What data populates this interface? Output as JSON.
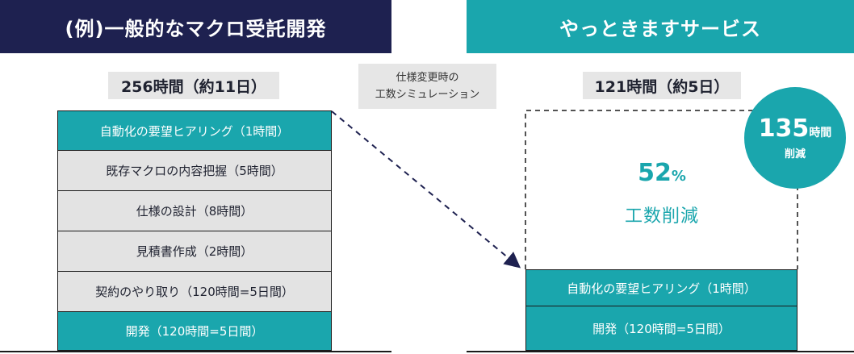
{
  "headers": {
    "left": "(例)一般的なマクロ受託開発",
    "right": "やっときますサービス"
  },
  "left": {
    "total_label": "256時間（約11日）",
    "blocks": [
      {
        "label": "自動化の要望ヒアリング（1時間）",
        "style": "teal"
      },
      {
        "label": "既存マクロの内容把握（5時間）",
        "style": "gray"
      },
      {
        "label": "仕様の設計（8時間）",
        "style": "gray"
      },
      {
        "label": "見積書作成（2時間）",
        "style": "gray"
      },
      {
        "label": "契約のやり取り（120時間=5日間）",
        "style": "gray"
      },
      {
        "label": "開発（120時間=5日間）",
        "style": "teal"
      }
    ]
  },
  "note": {
    "line1": "仕様変更時の",
    "line2": "工数シミュレーション"
  },
  "right": {
    "total_label": "121時間（約5日）",
    "reduction_percent_number": "52",
    "reduction_percent_symbol": "%",
    "reduction_label": "工数削減",
    "saved_hours_number": "135",
    "saved_hours_unit": "時間",
    "saved_label": "削減",
    "blocks": [
      {
        "label": "自動化の要望ヒアリング（1時間）"
      },
      {
        "label": "開発（120時間=5日間）"
      }
    ]
  },
  "colors": {
    "navy": "#1e2150",
    "teal": "#1aa6ad",
    "gray": "#e3e3e3"
  }
}
